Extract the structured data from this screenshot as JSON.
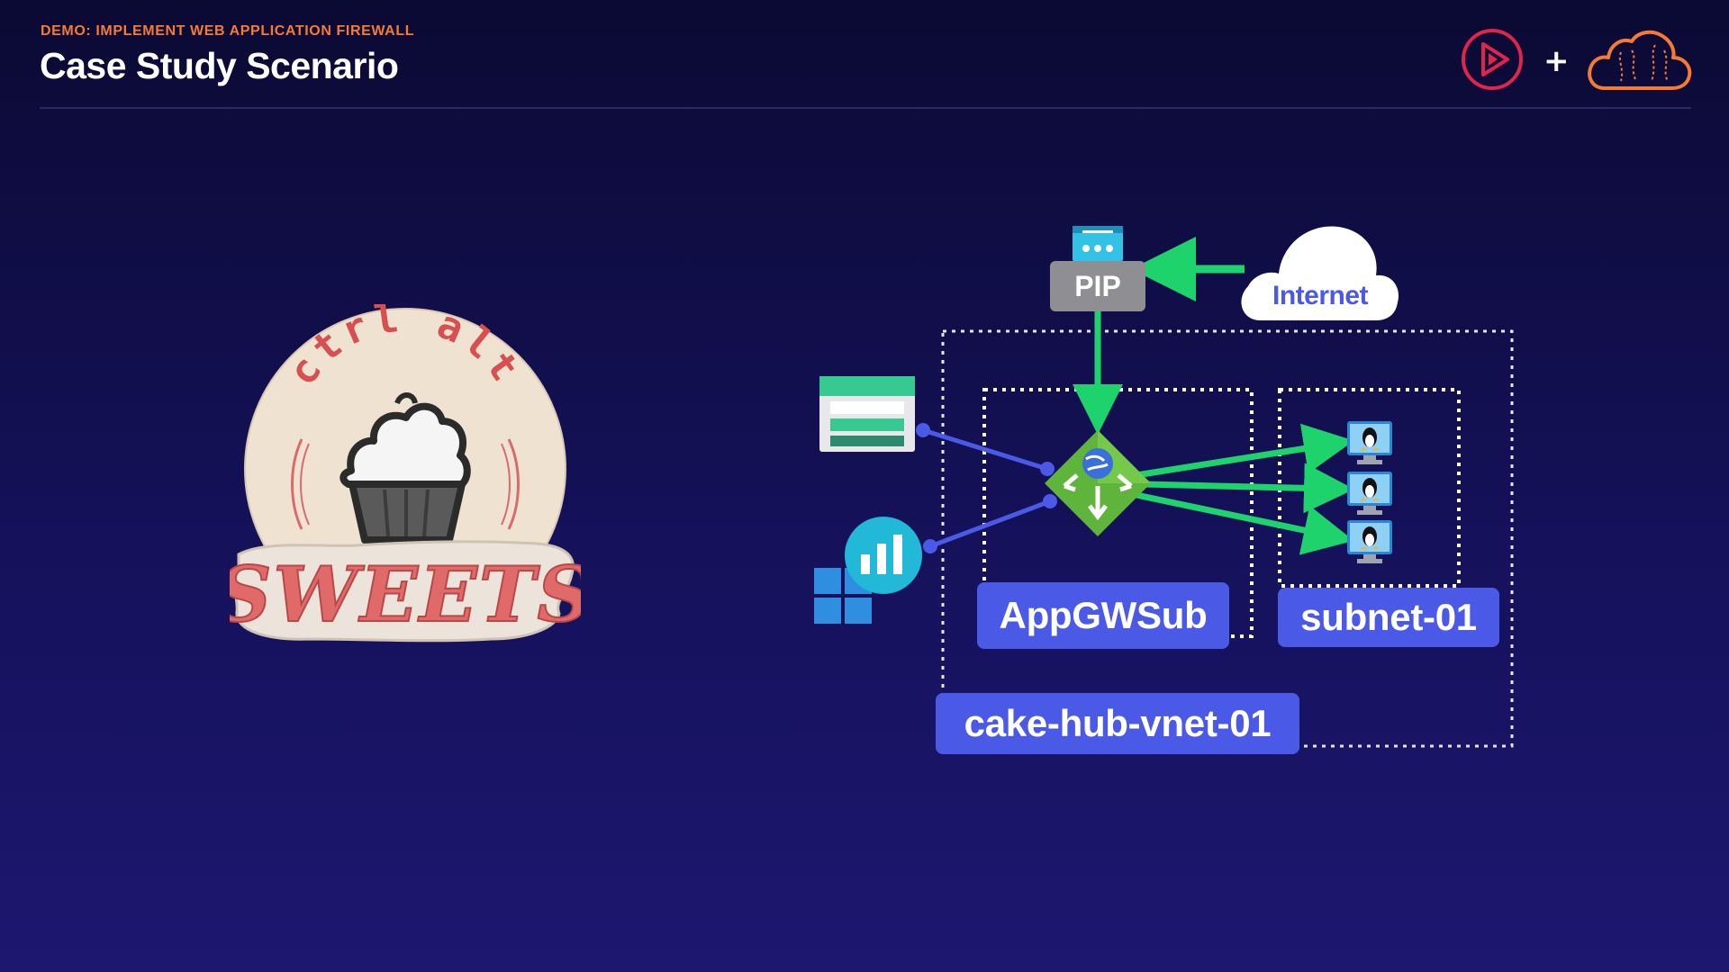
{
  "header": {
    "subtitle": "DEMO: IMPLEMENT WEB APPLICATION FIREWALL",
    "title": "Case Study Scenario",
    "plus": "+"
  },
  "logo": {
    "top_text": "ctrl alt",
    "bottom_text": "SWEETS"
  },
  "diagram": {
    "pip_label": "PIP",
    "internet_label": "Internet",
    "appgw_subnet_label": "AppGWSub",
    "vm_subnet_label": "subnet-01",
    "vnet_label": "cake-hub-vnet-01"
  },
  "colors": {
    "accent_orange": "#f47a36",
    "label_blue": "#4a5ae6",
    "arrow_green": "#1ed36b",
    "connector_blue": "#4a5ae6",
    "brand_red": "#e0244a"
  },
  "icons": [
    "pluralsight-play-icon",
    "cloud-brand-icon",
    "public-ip-icon",
    "internet-cloud-icon",
    "storage-table-icon",
    "insights-icon",
    "application-gateway-icon",
    "linux-vm-icon"
  ]
}
